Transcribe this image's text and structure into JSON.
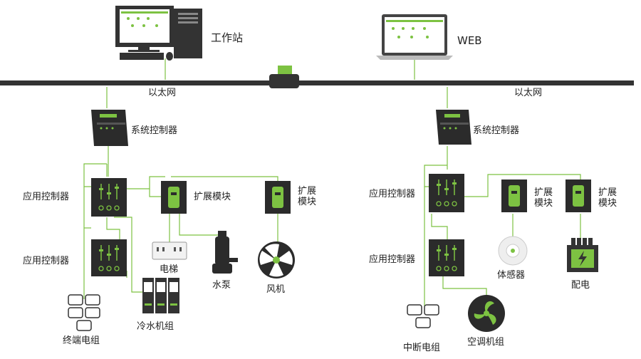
{
  "labels": {
    "workstation": "工作站",
    "web": "WEB",
    "ethernet_left": "以太网",
    "ethernet_right": "以太网",
    "sys_ctrl_left": "系统控制器",
    "sys_ctrl_right": "系统控制器",
    "app_ctrl_1": "应用控制器",
    "app_ctrl_2": "应用控制器",
    "app_ctrl_3": "应用控制器",
    "app_ctrl_4": "应用控制器",
    "ext_module_1": "扩展模块",
    "ext_module_2": "扩展模块",
    "ext_module_3": "扩展模块",
    "ext_module_4": "扩展模块",
    "elevator": "电梯",
    "pump": "水泵",
    "fan": "风机",
    "terminal_unit": "终端电组",
    "chiller": "冷水机组",
    "sensor": "体感器",
    "power": "配电",
    "interrupt_unit": "中断电组",
    "ac_unit": "空调机组"
  },
  "colors": {
    "accent_green": "#7dc242",
    "device_dark": "#2b2b2b",
    "bus": "#333333"
  }
}
